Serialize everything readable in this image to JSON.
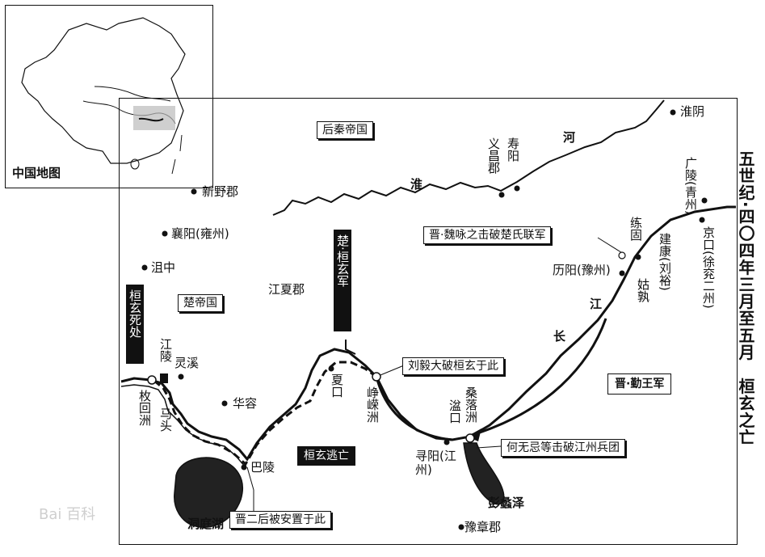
{
  "inset": {
    "label": "中国地图"
  },
  "title": "五世纪·四〇四年三月至五月　桓玄之亡",
  "places": {
    "xinye": "新野郡",
    "xiangyang": "襄阳(雍州)",
    "juzhong": "沮中",
    "jiangxia": "江夏郡",
    "jiangling": "江陵",
    "lingxi": "灵溪",
    "meihui": "枚回洲",
    "matou": "马头",
    "huarong": "华容",
    "baling": "巴陵",
    "dongting": "洞庭湖",
    "xiakou": "夏口",
    "zhengrong": "峥嵘洲",
    "xunyang": "寻阳(江州)",
    "penkou": "湓口",
    "sangluo": "桑落洲",
    "pengli": "彭蠡泽",
    "yuzhang": "豫章郡",
    "liyang": "历阳(豫州)",
    "lianggu": "练固",
    "jiankang": "建康(刘裕)",
    "gushu": "姑孰",
    "jingkou": "京口(徐兖二州)",
    "guangling": "广陵(青州)",
    "huaiyin": "淮阴",
    "yichang": "义昌郡",
    "shouyang": "寿阳"
  },
  "rivers": {
    "huai": "淮",
    "he": "河",
    "jiang": "江",
    "chang": "长"
  },
  "states": {
    "houqin": "后秦帝国",
    "chu": "楚帝国"
  },
  "captions": {
    "wei": "晋·魏咏之击破楚氏联军",
    "liuyi": "刘毅大破桓玄于此",
    "hewuji": "何无忌等击破江州兵团",
    "anzhi": "晋二后被安置于此"
  },
  "tags": {
    "chujun": "楚·桓玄军",
    "death": "桓玄死处",
    "escape": "桓玄逃亡",
    "jinjun": "晋·勤王军"
  },
  "watermark": "Bai 百科"
}
